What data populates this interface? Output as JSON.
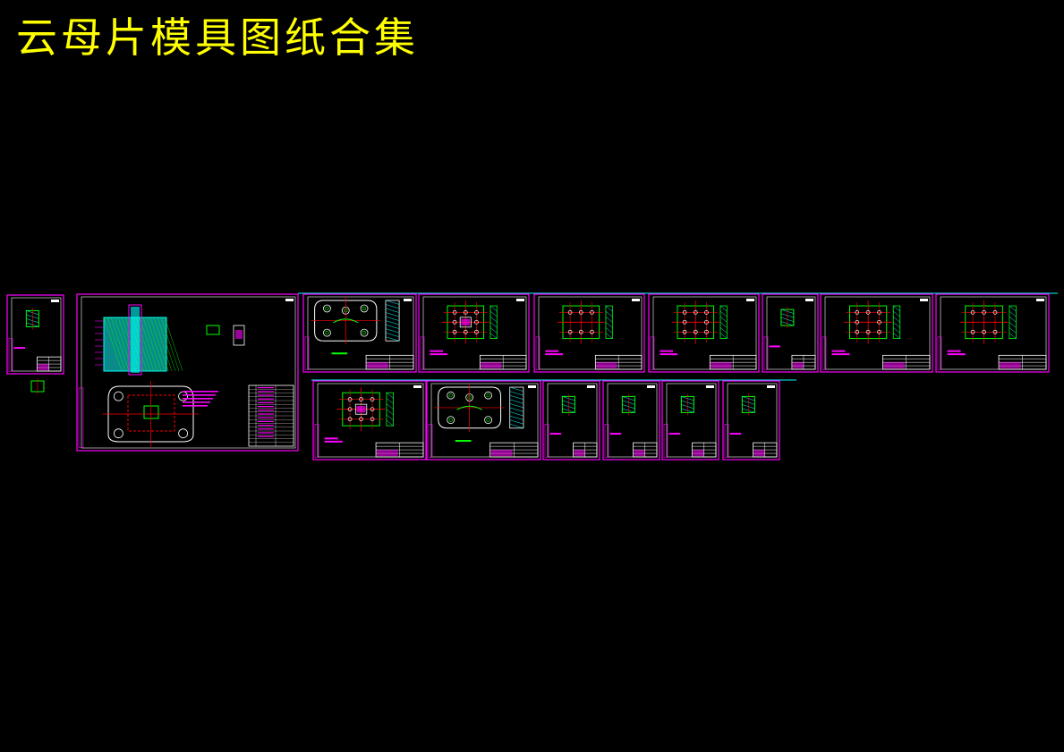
{
  "title": "云母片模具图纸合集",
  "colors": {
    "background": "#000000",
    "title": "#ffff00",
    "sheet_frame": "#ff00ff",
    "inner_frame": "#ffffff",
    "part_outline": "#00ff00",
    "center_line": "#ff0000",
    "hatch": "#00ffff",
    "annotation": "#ff00ff",
    "ground_line": "#00ffff"
  },
  "sheets": [
    {
      "id": "sheet-cover",
      "kind": "small-part"
    },
    {
      "id": "sheet-assembly",
      "kind": "assembly"
    },
    {
      "id": "sheet-01",
      "kind": "die-plate"
    },
    {
      "id": "sheet-02",
      "kind": "plate-holes"
    },
    {
      "id": "sheet-03",
      "kind": "plate-holes"
    },
    {
      "id": "sheet-04",
      "kind": "plate-holes"
    },
    {
      "id": "sheet-05",
      "kind": "small-part"
    },
    {
      "id": "sheet-06",
      "kind": "plate-holes"
    },
    {
      "id": "sheet-07",
      "kind": "plate-holes"
    },
    {
      "id": "sheet-08",
      "kind": "plate-holes"
    },
    {
      "id": "sheet-09",
      "kind": "die-plate"
    },
    {
      "id": "sheet-10",
      "kind": "small-part"
    },
    {
      "id": "sheet-11",
      "kind": "small-part"
    },
    {
      "id": "sheet-12",
      "kind": "small-part"
    },
    {
      "id": "sheet-13",
      "kind": "small-part"
    }
  ]
}
